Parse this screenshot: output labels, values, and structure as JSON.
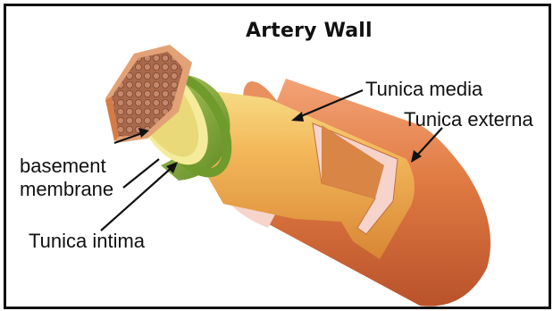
{
  "title": "Artery Wall",
  "labels": {
    "tunica_media": "Tunica media",
    "tunica_externa": "Tunica externa",
    "basement_membrane_line1": "basement",
    "basement_membrane_line2": "membrane",
    "tunica_intima": "Tunica intima"
  },
  "colors": {
    "externa": "#d9783c",
    "media": "#f0a24a",
    "media_highlight": "#f7d07a",
    "intima": "#7fa83a",
    "basement": "#f4ec9a",
    "lumen": "#a86a4e",
    "cut_face": "#f6d4cc"
  }
}
